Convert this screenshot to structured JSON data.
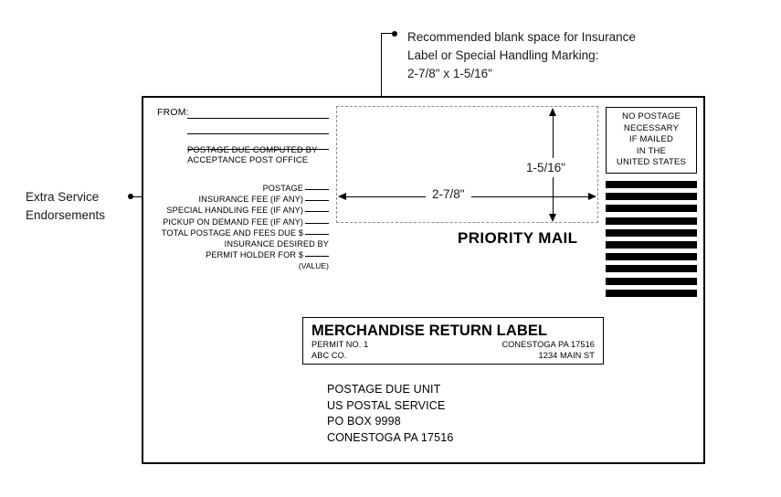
{
  "annotation": {
    "lines": [
      "Recommended blank space for Insurance",
      "Label or Special Handling Marking:",
      "2-7/8\" x 1-5/16\""
    ]
  },
  "extra_service": {
    "lines": [
      "Extra Service",
      "Endorsements"
    ]
  },
  "envelope": {
    "from": {
      "label": "FROM:"
    },
    "postage_due_computed": {
      "line1": "POSTAGE DUE COMPUTED BY",
      "line2": "ACCEPTANCE POST OFFICE"
    },
    "fee_lines": [
      {
        "label": "POSTAGE",
        "blank": true
      },
      {
        "label": "INSURANCE FEE (IF ANY)",
        "blank": true
      },
      {
        "label": "SPECIAL HANDLING  FEE (IF ANY)",
        "blank": true
      },
      {
        "label": "PICKUP ON DEMAND FEE (IF ANY)",
        "blank": true
      },
      {
        "label": "TOTAL POSTAGE AND FEES DUE $",
        "blank": true
      },
      {
        "label": "INSURANCE DESIRED BY",
        "blank": false
      },
      {
        "label": "PERMIT HOLDER FOR  $",
        "blank": true
      }
    ],
    "value_note": "(VALUE)",
    "blank_space": {
      "width_label": "2-7/8\"",
      "height_label": "1-5/16\""
    },
    "priority_mail": "PRIORITY MAIL",
    "indicia": {
      "lines": [
        "NO POSTAGE",
        "NECESSARY",
        "IF MAILED",
        "IN THE",
        "UNITED STATES"
      ]
    },
    "fim_bars": {
      "count": 10
    },
    "merchandise_label": {
      "title": "MERCHANDISE RETURN LABEL",
      "permit_no": "PERMIT NO. 1",
      "city_state_zip": "CONESTOGA PA 17516",
      "company": "ABC CO.",
      "street": "1234 MAIN ST"
    },
    "delivery_address": [
      "POSTAGE DUE UNIT",
      "US POSTAL SERVICE",
      "PO BOX 9998",
      "CONESTOGA PA 17516"
    ]
  },
  "colors": {
    "ink": "#000000",
    "dashed_guide": "#8c8c8c",
    "paper": "#ffffff"
  }
}
